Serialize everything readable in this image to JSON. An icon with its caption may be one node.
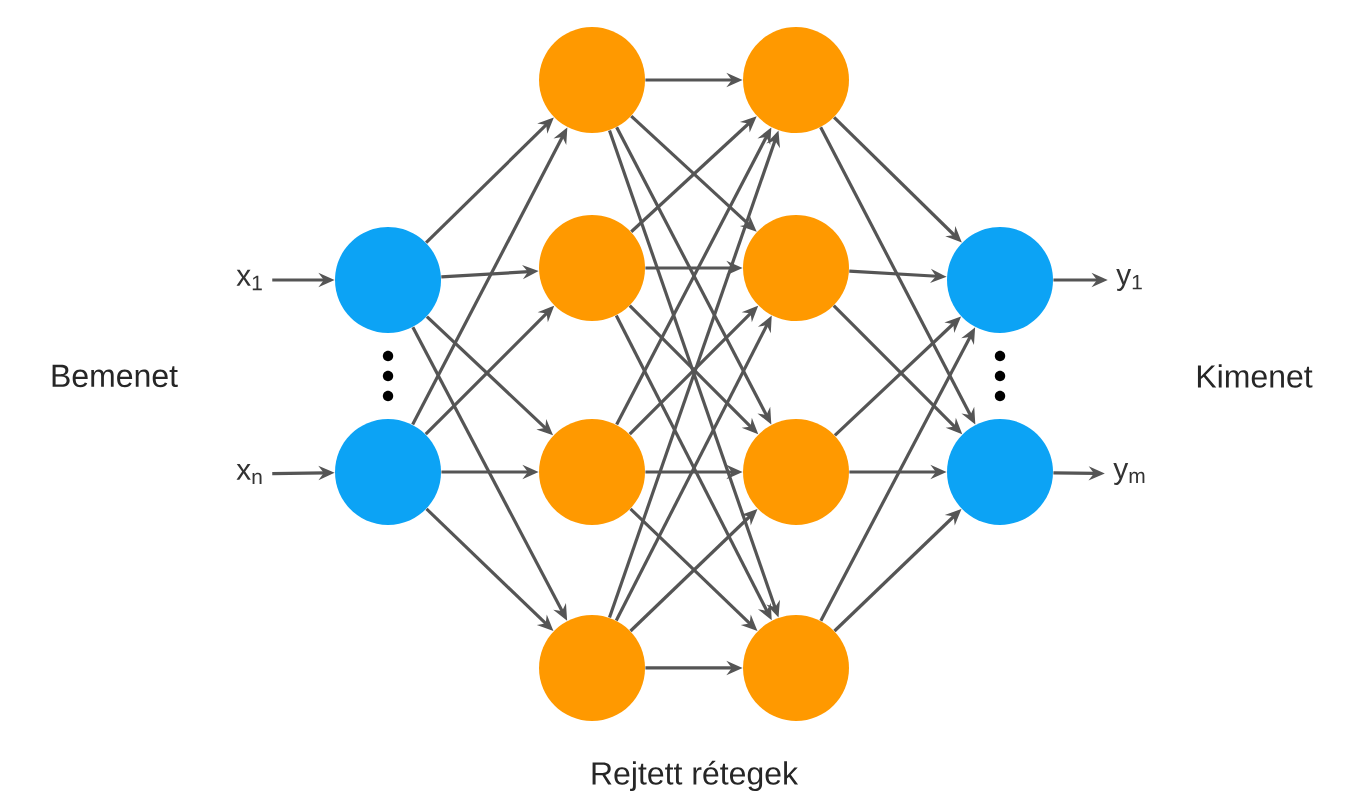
{
  "diagram": {
    "nodes": [
      {
        "text": [
          "x$_{1}$"
        ]
      },
      {
        "text": [
          "x$_{n}$"
        ]
      },
      {
        "text": [],
        "shape": "circle"
      },
      {
        "text": [],
        "shape": "circle"
      },
      {
        "text": [],
        "shape": "circle"
      },
      {
        "text": [],
        "shape": "circle"
      },
      {
        "text": [],
        "shape": "circle"
      },
      {
        "text": [],
        "shape": "circle"
      },
      {
        "text": [],
        "shape": "circle"
      },
      {
        "text": [],
        "shape": "circle"
      },
      {
        "text": [],
        "shape": "circle"
      },
      {
        "text": [],
        "shape": "circle"
      },
      {
        "text": [],
        "shape": "circle"
      },
      {
        "text": [],
        "shape": "circle"
      },
      {
        "text": [
          "y$_{1}$"
        ]
      },
      {
        "text": [
          "y$_{m}$"
        ]
      }
    ],
    "edges": [
      {
        "from": 0,
        "to": 2,
        "arrow": "to"
      },
      {
        "from": 1,
        "to": 3,
        "arrow": "to"
      },
      {
        "from": 2,
        "to": 4,
        "arrow": "to"
      },
      {
        "from": 2,
        "to": 5,
        "arrow": "to"
      },
      {
        "from": 2,
        "to": 6,
        "arrow": "to"
      },
      {
        "from": 2,
        "to": 7,
        "arrow": "to"
      },
      {
        "from": 3,
        "to": 4,
        "arrow": "to"
      },
      {
        "from": 3,
        "to": 5,
        "arrow": "to"
      },
      {
        "from": 3,
        "to": 6,
        "arrow": "to"
      },
      {
        "from": 3,
        "to": 7,
        "arrow": "to"
      },
      {
        "from": 4,
        "to": 8,
        "arrow": "to"
      },
      {
        "from": 4,
        "to": 9,
        "arrow": "to"
      },
      {
        "from": 4,
        "to": 10,
        "arrow": "to"
      },
      {
        "from": 4,
        "to": 11,
        "arrow": "to"
      },
      {
        "from": 5,
        "to": 8,
        "arrow": "to"
      },
      {
        "from": 5,
        "to": 9,
        "arrow": "to"
      },
      {
        "from": 5,
        "to": 10,
        "arrow": "to"
      },
      {
        "from": 5,
        "to": 11,
        "arrow": "to"
      },
      {
        "from": 6,
        "to": 8,
        "arrow": "to"
      },
      {
        "from": 6,
        "to": 9,
        "arrow": "to"
      },
      {
        "from": 6,
        "to": 10,
        "arrow": "to"
      },
      {
        "from": 6,
        "to": 11,
        "arrow": "to"
      },
      {
        "from": 7,
        "to": 8,
        "arrow": "to"
      },
      {
        "from": 7,
        "to": 9,
        "arrow": "to"
      },
      {
        "from": 7,
        "to": 10,
        "arrow": "to"
      },
      {
        "from": 7,
        "to": 11,
        "arrow": "to"
      },
      {
        "from": 8,
        "to": 12,
        "arrow": "to"
      },
      {
        "from": 8,
        "to": 13,
        "arrow": "to"
      },
      {
        "from": 9,
        "to": 12,
        "arrow": "to"
      },
      {
        "from": 9,
        "to": 13,
        "arrow": "to"
      },
      {
        "from": 10,
        "to": 12,
        "arrow": "to"
      },
      {
        "from": 10,
        "to": 13,
        "arrow": "to"
      },
      {
        "from": 11,
        "to": 12,
        "arrow": "to"
      },
      {
        "from": 11,
        "to": 13,
        "arrow": "to"
      },
      {
        "from": 12,
        "to": 14,
        "arrow": "to"
      },
      {
        "from": 13,
        "to": 15,
        "arrow": "to"
      }
    ],
    "labels": [
      "Bemenet",
      "Kimenet",
      "Rejtett rétegek"
    ]
  }
}
